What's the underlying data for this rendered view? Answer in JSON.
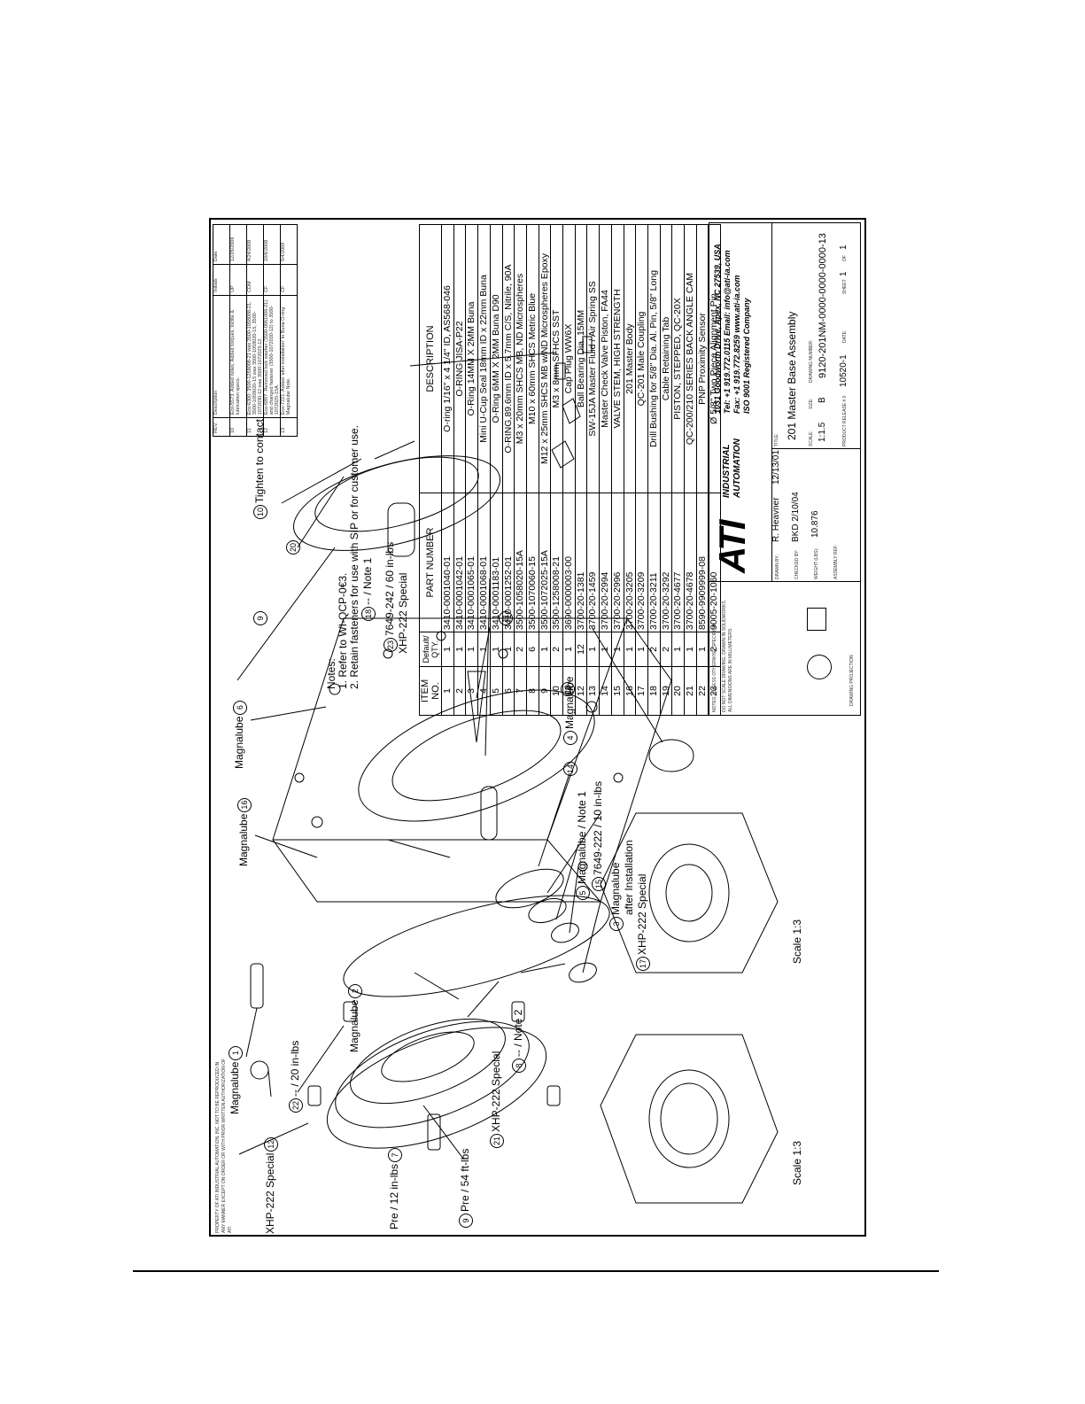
{
  "proprietary": "PROPERTY OF ATI INDUSTRIAL AUTOMATION, INC. NOT TO BE REPRODUCED IN ANY MANNER EXCEPT ON ORDER OR WITH PRIOR WRITTEN AUTHORIZATION OF ATI.",
  "revisions": {
    "headers": [
      "REV.",
      "Description",
      "Initials",
      "Date"
    ],
    "rows": [
      [
        "10",
        "Eco-5573: Added notes, Added torques, loctite & lubrication specs.",
        "UP",
        "12/26/2006"
      ],
      [
        "11",
        "Eco-6300: 3500-1258008-21 was 3500-1058008-21, 3500-1058020-15 was 3500-1058020-15, 3500-1072030-12 was 3500-1072025-12.",
        "CDM",
        "4/24/2008"
      ],
      [
        "12",
        "Eco-6897: Removed lock washer (3500-0061006-21) and changed fastener (3500-1072030-12) to 3500-1072025-15A.",
        "CF",
        "10/6/2008"
      ],
      [
        "13",
        "Eco-7221: Added 'after installation' to Buna O-ring Magnalube Note.",
        "CF",
        "5/4/2009"
      ]
    ]
  },
  "callouts": {
    "xhp_special_12": "XHP-222 Special",
    "n12": "12",
    "magnalube_1": "Magnalube",
    "n1": "1",
    "pre12": "Pre / 12 in-lbs",
    "n7": "7",
    "n22": "22",
    "lbs20": "-- / 20 in-lbs",
    "magnalube_2": "Magnalube",
    "n2": "2",
    "pre54": "Pre / 54 ft-lbs",
    "n9a": "9",
    "n21": "21",
    "xhp21": "XHP-222 Special",
    "n8": "8",
    "note2": "-- / Note 2",
    "magnalube_16": "Magnalube",
    "n16": "16",
    "magnalube_6": "Magnalube",
    "n6": "6",
    "n9b": "9",
    "n10": "10",
    "tighten": "Tighten to contact",
    "n20": "20",
    "n18": "18",
    "note1": "-- / Note 1",
    "n23": "23",
    "t7649_242": "7649-242 / 60 in-lbs",
    "xhp23": "XHP-222 Special",
    "n11": "11",
    "n13": "13",
    "n4": "4",
    "magnalube_4": "Magnalube",
    "n14": "14",
    "n5": "5",
    "magnalube_note1": "Magnalube / Note 1",
    "n15": "15",
    "t7649_222": "7649-222 / 10 in-lbs",
    "n3": "3",
    "magnalube_after_1": "Magnalube",
    "magnalube_after_2": "after Installation",
    "n17": "17",
    "xhp17": "XHP-222 Special",
    "scale_a": "Scale 1:3",
    "scale_b": "Scale 1:3"
  },
  "notes": {
    "title": "Notes:",
    "items": [
      "1.   Refer to WI-QCP-0€3.",
      "2.   Retain fasteners for use with SIP or for customer use."
    ]
  },
  "bom": {
    "headers": [
      "ITEM NO.",
      "Default/ QTY.",
      "PART NUMBER",
      "DESCRIPTION"
    ],
    "rows": [
      [
        "1",
        "1",
        "3410-0001040-01",
        "O-ring 1/16\" x 4 1/4\" ID, AS568-046"
      ],
      [
        "2",
        "1",
        "3410-0001042-01",
        "O-RING JISA-P22"
      ],
      [
        "3",
        "1",
        "3410-0001065-01",
        "O-Ring 14MM X 2MM Buna"
      ],
      [
        "4",
        "1",
        "3410-0001068-01",
        "Mini U-Cup Seal 18mm ID x 22mm Buna"
      ],
      [
        "5",
        "1",
        "3410-0001183-01",
        "O-Ring 6MM X 2MM Buna D90"
      ],
      [
        "6",
        "1",
        "3410-0001252-01",
        "O-RING,89.6mm ID x 5.7mm C/S, Nitrile, 90A"
      ],
      [
        "7",
        "2",
        "3500-1058020-15A",
        "M3 x 20mm SHCS MB, ND Microspheres"
      ],
      [
        "8",
        "6",
        "3500-1070060-15",
        "M10 x 60mm SHCS Metric Blue"
      ],
      [
        "9",
        "1",
        "3500-1072025-15A",
        "M12 x 25mm SHCS MB w/ND Microspheres Epoxy"
      ],
      [
        "10",
        "2",
        "3500-1258008-21",
        "M3 x 8mm SFHCS SST"
      ],
      [
        "11",
        "1",
        "3690-0000003-00",
        "Cap Plug WW6X"
      ],
      [
        "12",
        "12",
        "3700-20-1381",
        "Ball Bearing Dia. 15MM"
      ],
      [
        "13",
        "1",
        "3700-20-1459",
        "SW-15JA Master Fluid / Air Spring SS"
      ],
      [
        "14",
        "1",
        "3700-20-2994",
        "Master Check Valve Piston, FA44"
      ],
      [
        "15",
        "1",
        "3700-20-2996",
        "VALVE STEM, HIGH STRENGTH"
      ],
      [
        "16",
        "1",
        "3700-20-3205",
        "201 Master Body"
      ],
      [
        "17",
        "1",
        "3700-20-3209",
        "QC-201 Male  Coupling"
      ],
      [
        "18",
        "2",
        "3700-20-3211",
        "Drill Bushing for 5/8\" Dia. Al. Pin, 5/8\" Long"
      ],
      [
        "19",
        "2",
        "3700-20-3292",
        "Cable Retaining Tab"
      ],
      [
        "20",
        "1",
        "3700-20-4677",
        "PISTON, STEPPED, QC-20X"
      ],
      [
        "21",
        "1",
        "3700-20-4678",
        "QC-200/210 SERIES BACK ANGLE CAM"
      ],
      [
        "22",
        "1",
        "8590-9909999-08",
        "PNP Proximity Sensor"
      ],
      [
        "23",
        "2",
        "9005-20-1060",
        "Ø 5/8\" Two Piece Alignment Pin"
      ]
    ]
  },
  "title_block": {
    "notes_1": "NOTES: UNLESS OTHERWISE SPECIFIED:",
    "notes_2": "DO NOT SCALE DRAWING. DRAWN IN SOLIDWORKS.",
    "notes_3": "ALL DIMENSIONS ARE IN MILLIMETERS.",
    "projection": "DRAWING PROJECTION",
    "drawn_by_label": "DRAWN BY:",
    "drawn_by": "R. Heavner",
    "drawn_date": "12/13/01",
    "checked_by_label": "CHECKED BY:",
    "checked_by": "BKD 2/10/04",
    "weight_label": "WEIGHT (LBS):",
    "weight": "10.876",
    "assembly_label": "ASSEMBLY REF:",
    "logo_main": "ATI",
    "logo_sub1": "INDUSTRIAL",
    "logo_sub2": "AUTOMATION",
    "addr1": "1031 Goodworth Drive, Apex, NC 27539, USA",
    "addr2": "Tel: +1 919.772.0115    Email: info@ati-ia.com",
    "addr3": "Fax: +1 919.772.8259    www.ati-ia.com",
    "addr4": "ISO 9001 Registered Company",
    "title_label": "TITLE:",
    "title": "201 Master Base Assembly",
    "scale_label": "SCALE:",
    "scale": "1:1.5",
    "size_label": "SIZE:",
    "size": "B",
    "dwgno_label": "DRAWING NUMBER:",
    "dwgno": "9120-201NM-0000-0000-0000-13",
    "release_label": "PRODUCT RELEASE # 0",
    "release": "10520-1",
    "date_label": "DATE:",
    "sheet_label": "SHEET",
    "sheet": "1",
    "of_label": "OF",
    "sheets": "1"
  }
}
